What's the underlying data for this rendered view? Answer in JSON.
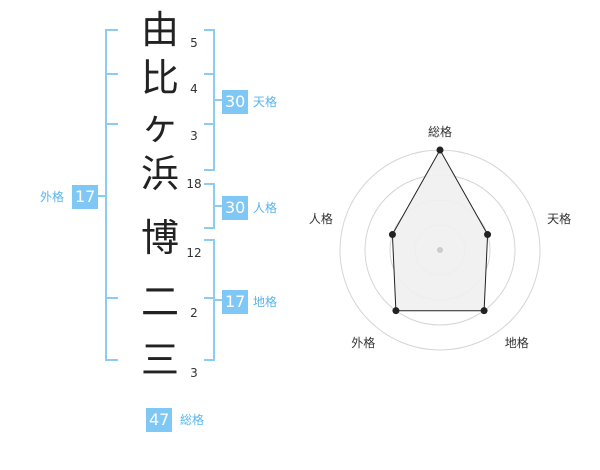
{
  "characters": [
    {
      "char": "由",
      "strokes": "5"
    },
    {
      "char": "比",
      "strokes": "4"
    },
    {
      "char": "ヶ",
      "strokes": "3"
    },
    {
      "char": "浜",
      "strokes": "18"
    },
    {
      "char": "博",
      "strokes": "12"
    },
    {
      "char": "二",
      "strokes": "2"
    },
    {
      "char": "三",
      "strokes": "3"
    }
  ],
  "kaku": {
    "tenkaku": {
      "value": "30",
      "label": "天格"
    },
    "jinkaku": {
      "value": "30",
      "label": "人格"
    },
    "chikaku": {
      "value": "17",
      "label": "地格"
    },
    "gaikaku": {
      "value": "17",
      "label": "外格"
    },
    "soukaku": {
      "value": "47",
      "label": "総格"
    }
  },
  "colors": {
    "accent": "#7fc8f5",
    "accent_text": "#55b5ee",
    "bracket": "#8ccbf2",
    "radar_fill": "#efefef",
    "radar_line": "#222222"
  },
  "chart_data": {
    "type": "radar",
    "axes": [
      "総格",
      "天格",
      "地格",
      "外格",
      "人格"
    ],
    "values": [
      4,
      2,
      3,
      3,
      2
    ],
    "max": 4,
    "rings": 4
  }
}
